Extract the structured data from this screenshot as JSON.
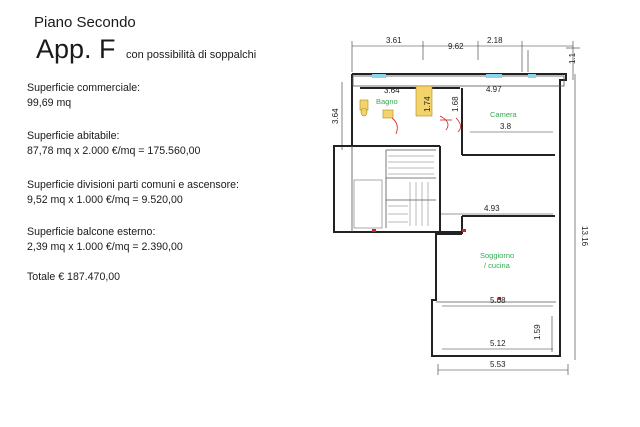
{
  "header": {
    "floor": "Piano Secondo",
    "apartment": "App. F",
    "note": "con possibilità di soppalchi"
  },
  "info": {
    "commercial_label": "Superficie commerciale:",
    "commercial_value": "99,69 mq",
    "habitable_label": "Superficie abitabile:",
    "habitable_value": "87,78 mq x 2.000 €/mq = 175.560,00",
    "common_label": "Superficie divisioni parti comuni e ascensore:",
    "common_value": "9,52 mq x 1.000 €/mq = 9.520,00",
    "balcony_label": "Superficie balcone esterno:",
    "balcony_value": "2,39 mq x 1.000 €/mq = 2.390,00",
    "total": "Totale € 187.470,00"
  },
  "plan": {
    "dimensions": {
      "top_left": "3.61",
      "top_mid": "9.62",
      "top_right": "2.18",
      "bath_width": "3.64",
      "bath_height": "3.64",
      "bath_small": "1.68",
      "bath_small2": "1.74",
      "bedroom_top": "4.97",
      "bedroom_bottom": "3.8",
      "mid_width": "4.93",
      "living_bottom": "5.08",
      "balcony_width": "5.12",
      "balcony_depth": "1.59",
      "overall_bottom": "5.53",
      "overall_height": "13.16",
      "right_small": "1.1"
    },
    "rooms": {
      "bath": "Bagno",
      "bedroom": "Camera",
      "living": "Soggiorno",
      "kitchen": "/ cucina"
    }
  }
}
